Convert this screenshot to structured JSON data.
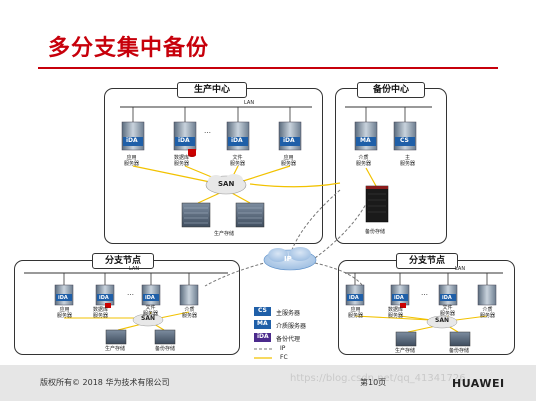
{
  "title": "多分支集中备份",
  "production": {
    "header": "生产中心",
    "lan": "LAN",
    "ellipsis": "…",
    "servers": [
      {
        "badge": "iDA",
        "label": "应用\n服务器"
      },
      {
        "badge": "iDA",
        "label": "数据库\n服务器"
      },
      {
        "badge": "iDA",
        "label": "文件\n服务器"
      },
      {
        "badge": "iDA",
        "label": "应用\n服务器"
      }
    ],
    "san": "SAN",
    "storage": "生产存储"
  },
  "backup": {
    "header": "备份中心",
    "servers": [
      {
        "badge": "MA",
        "label": "介质\n服务器"
      },
      {
        "badge": "CS",
        "label": "主\n服务器"
      }
    ],
    "storage": "备份存储"
  },
  "ip": "IP",
  "branch_left": {
    "header": "分支节点",
    "lan": "LAN",
    "ellipsis": "…",
    "servers": [
      {
        "badge": "iDA",
        "label": "应用\n服务器"
      },
      {
        "badge": "iDA",
        "label": "数据库\n服务器"
      },
      {
        "badge": "iDA",
        "label": "文件\n服务器"
      },
      {
        "badge": "",
        "label": "介质\n服务器"
      }
    ],
    "san": "SAN",
    "storage1": "生产存储",
    "storage2": "备份存储"
  },
  "branch_right": {
    "header": "分支节点",
    "lan": "LAN",
    "ellipsis": "…",
    "servers": [
      {
        "badge": "iDA",
        "label": "应用\n服务器"
      },
      {
        "badge": "iDA",
        "label": "数据库\n服务器"
      },
      {
        "badge": "iDA",
        "label": "文件\n服务器"
      },
      {
        "badge": "",
        "label": "介质\n服务器"
      }
    ],
    "san": "SAN",
    "storage1": "生产存储",
    "storage2": "备份存储"
  },
  "legend": [
    {
      "key": "CS",
      "text": "主服务器"
    },
    {
      "key": "MA",
      "text": "介质服务器"
    },
    {
      "key": "iDA",
      "text": "备份代理"
    },
    {
      "key": "",
      "text": "IP"
    },
    {
      "key": "",
      "text": "FC"
    }
  ],
  "footer": {
    "copyright": "版权所有© 2018 华为技术有限公司",
    "page": "第10页",
    "watermark": "https://blog.csdn.net/qq_41341726",
    "brand": "HUAWEI"
  },
  "colors": {
    "title": "#c7000b",
    "badge_blue": "#1f5fa8",
    "badge_purple": "#4b2a8c",
    "fc_line": "#f2c200",
    "ip_line": "#777777",
    "cloud": "#5b8fc9"
  }
}
